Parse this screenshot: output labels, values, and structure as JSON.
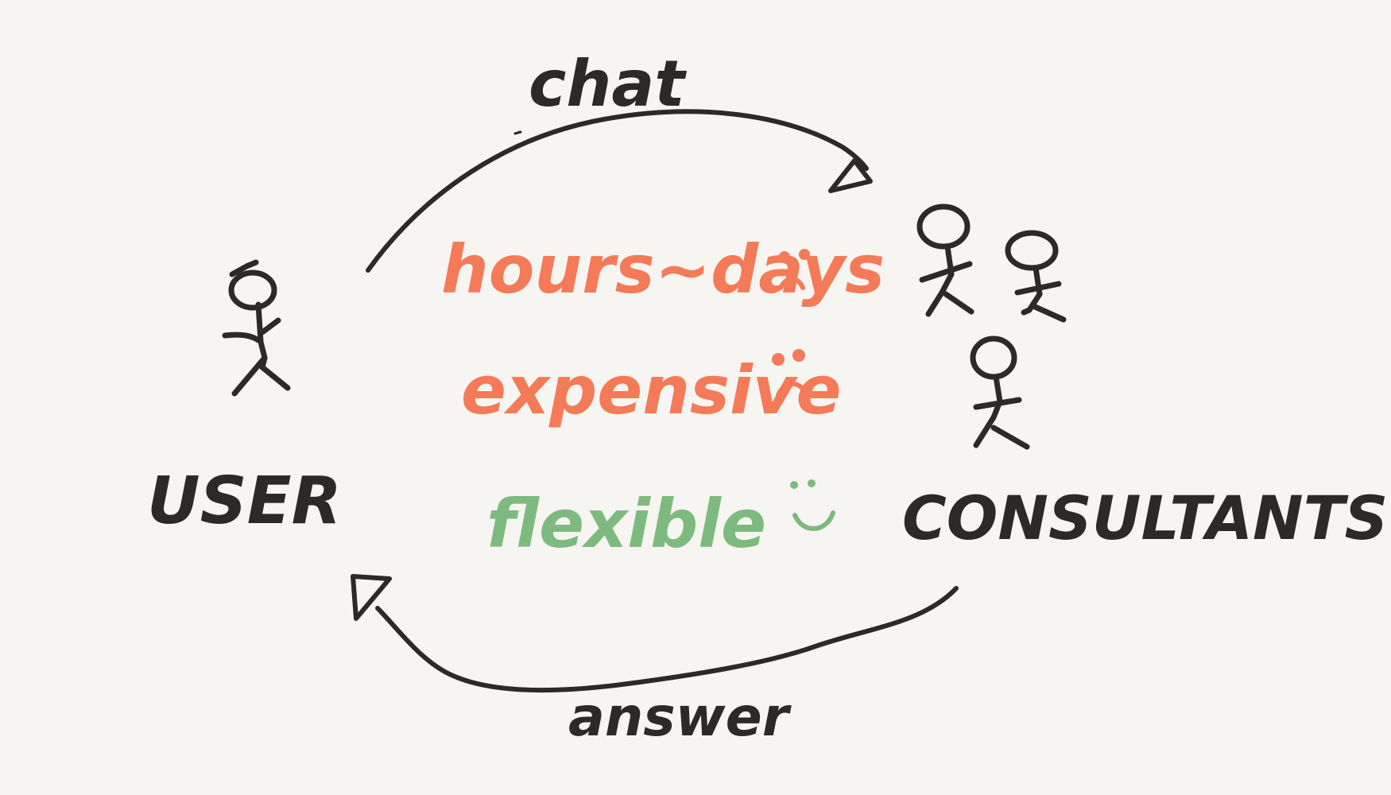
{
  "colors": {
    "ink": "#2b2a27",
    "negative": "#f47a58",
    "positive": "#7dba7f",
    "background": "#f6f5f1"
  },
  "nodes": {
    "user": {
      "label": "USER",
      "icon": "stick-figure-icon"
    },
    "consultants": {
      "label": "CONSULTANTS",
      "icon": "stick-figure-group-icon"
    }
  },
  "edges": {
    "top": {
      "label": "chat"
    },
    "bottom": {
      "label": "answer"
    }
  },
  "attributes": [
    {
      "text": "hours~days",
      "sentiment": "negative",
      "face": "sad-face-icon"
    },
    {
      "text": "expensive",
      "sentiment": "negative",
      "face": "sad-face-icon"
    },
    {
      "text": "flexible",
      "sentiment": "positive",
      "face": "happy-face-icon"
    }
  ]
}
